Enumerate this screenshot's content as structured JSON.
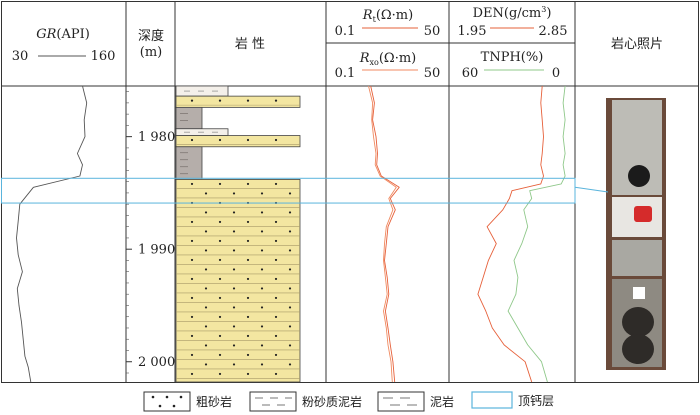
{
  "headers": {
    "gr_title_pre": "GR",
    "gr_title_post": "(API)",
    "gr_min": "30",
    "gr_max": "160",
    "depth_title": "深度",
    "depth_unit": "(m)",
    "litho_title": "岩 性",
    "rt_base": "R",
    "rt_sub": "t",
    "rt_unit": "(Ω·m)",
    "rt_min": "0.1",
    "rt_max": "50",
    "rxo_base": "R",
    "rxo_sub": "xo",
    "rxo_unit": "(Ω·m)",
    "rxo_min": "0.1",
    "rxo_max": "50",
    "den_title": "DEN(g/cm",
    "den_sup": "3",
    "den_close": ")",
    "den_min": "1.95",
    "den_max": "2.85",
    "tnph_title": "TNPH(%)",
    "tnph_min": "60",
    "tnph_max": "0",
    "core_title": "岩心照片"
  },
  "depth_ticks": [
    "1 980",
    "1 990",
    "2 000"
  ],
  "legend": {
    "coarse_sandstone": "粗砂岩",
    "silty_mudstone": "粉砂质泥岩",
    "mudstone": "泥岩",
    "calcareous_top": "顶钙层"
  },
  "colors": {
    "sand": "#f3e6a1",
    "mud": "#b5aeaa",
    "rt_curve": "#e6603a",
    "rxo_curve": "#f08a60",
    "den_curve": "#e6603a",
    "tnph_curve": "#8fc88a",
    "gr_curve": "#555555",
    "calc_layer": "#5ab4dc"
  },
  "chart_data": {
    "type": "well-log",
    "depth_axis": {
      "unit": "m",
      "range": [
        1975.5,
        2001.8
      ],
      "ticks": [
        1980,
        1990,
        2000
      ]
    },
    "calcareous_layer": {
      "top": 1983.7,
      "bottom": 1985.9
    },
    "lithology": [
      {
        "top": 1975.5,
        "bottom": 1976.4,
        "type": "silty_mudstone"
      },
      {
        "top": 1976.4,
        "bottom": 1977.4,
        "type": "sandstone"
      },
      {
        "top": 1977.4,
        "bottom": 1979.3,
        "type": "mudstone"
      },
      {
        "top": 1979.3,
        "bottom": 1979.9,
        "type": "silty_mudstone"
      },
      {
        "top": 1979.9,
        "bottom": 1980.9,
        "type": "sandstone"
      },
      {
        "top": 1980.9,
        "bottom": 1983.8,
        "type": "mudstone"
      },
      {
        "top": 1983.8,
        "bottom": 2001.8,
        "type": "sandstone"
      }
    ],
    "gr": {
      "unit": "API",
      "range": [
        30,
        160
      ],
      "points": [
        [
          1975.5,
          118
        ],
        [
          1977,
          123
        ],
        [
          1978.5,
          120
        ],
        [
          1980,
          121
        ],
        [
          1981.5,
          112
        ],
        [
          1982.5,
          118
        ],
        [
          1983.5,
          115
        ],
        [
          1984.5,
          60
        ],
        [
          1986,
          44
        ],
        [
          1987.5,
          42
        ],
        [
          1989,
          40
        ],
        [
          1990.5,
          42
        ],
        [
          1992,
          47
        ],
        [
          1993.5,
          41
        ],
        [
          1995,
          43
        ],
        [
          1996.5,
          46
        ],
        [
          1998,
          48
        ],
        [
          1999.5,
          50
        ],
        [
          2000.5,
          54
        ],
        [
          2001.8,
          57
        ]
      ]
    },
    "rt": {
      "unit": "Ω·m",
      "range": [
        0.1,
        50
      ],
      "scale": "log",
      "points": [
        [
          1975.5,
          0.9
        ],
        [
          1977,
          1.1
        ],
        [
          1978.5,
          1.0
        ],
        [
          1980,
          1.2
        ],
        [
          1981.5,
          1.3
        ],
        [
          1982.5,
          1.25
        ],
        [
          1983.5,
          1.6
        ],
        [
          1984.5,
          4.2
        ],
        [
          1985.5,
          2.6
        ],
        [
          1986.5,
          3.4
        ],
        [
          1988,
          2.3
        ],
        [
          1989.5,
          2.1
        ],
        [
          1991,
          1.9
        ],
        [
          1992.5,
          2.2
        ],
        [
          1994,
          2.4
        ],
        [
          1995.5,
          2.0
        ],
        [
          1997,
          2.3
        ],
        [
          1998.5,
          2.6
        ],
        [
          2000,
          3.0
        ],
        [
          2001.8,
          3.3
        ]
      ]
    },
    "rxo": {
      "unit": "Ω·m",
      "range": [
        0.1,
        50
      ],
      "scale": "log",
      "points": [
        [
          1975.5,
          0.8
        ],
        [
          1977,
          1.0
        ],
        [
          1978.5,
          0.95
        ],
        [
          1980,
          1.05
        ],
        [
          1981.5,
          1.2
        ],
        [
          1982.5,
          1.15
        ],
        [
          1983.5,
          1.5
        ],
        [
          1984.5,
          3.6
        ],
        [
          1985.5,
          2.4
        ],
        [
          1986.5,
          3.0
        ],
        [
          1988,
          2.1
        ],
        [
          1989.5,
          1.9
        ],
        [
          1991,
          1.8
        ],
        [
          1992.5,
          2.0
        ],
        [
          1994,
          2.2
        ],
        [
          1995.5,
          1.8
        ],
        [
          1997,
          2.1
        ],
        [
          1998.5,
          2.3
        ],
        [
          2000,
          2.7
        ],
        [
          2001.8,
          2.9
        ]
      ]
    },
    "den": {
      "unit": "g/cm3",
      "range": [
        1.95,
        2.85
      ],
      "points": [
        [
          1975.5,
          2.63
        ],
        [
          1977,
          2.62
        ],
        [
          1978.5,
          2.63
        ],
        [
          1980,
          2.64
        ],
        [
          1981.5,
          2.63
        ],
        [
          1982.5,
          2.62
        ],
        [
          1983.5,
          2.64
        ],
        [
          1984.2,
          2.62
        ],
        [
          1984.8,
          2.4
        ],
        [
          1985.5,
          2.38
        ],
        [
          1986.5,
          2.33
        ],
        [
          1988,
          2.21
        ],
        [
          1989.5,
          2.28
        ],
        [
          1991,
          2.22
        ],
        [
          1992.5,
          2.18
        ],
        [
          1994,
          2.14
        ],
        [
          1995.5,
          2.2
        ],
        [
          1997,
          2.25
        ],
        [
          1998.5,
          2.34
        ],
        [
          2000,
          2.5
        ],
        [
          2001.8,
          2.55
        ]
      ]
    },
    "tnph": {
      "unit": "%",
      "range": [
        60,
        0
      ],
      "points": [
        [
          1975.5,
          3
        ],
        [
          1977,
          4
        ],
        [
          1978.5,
          3
        ],
        [
          1980,
          4
        ],
        [
          1981.5,
          3
        ],
        [
          1982.5,
          4
        ],
        [
          1983.5,
          3
        ],
        [
          1984.2,
          5
        ],
        [
          1984.8,
          21
        ],
        [
          1985.5,
          20
        ],
        [
          1986.5,
          24
        ],
        [
          1988,
          22
        ],
        [
          1989.5,
          25
        ],
        [
          1991,
          29
        ],
        [
          1992.5,
          27
        ],
        [
          1994,
          28
        ],
        [
          1995.5,
          32
        ],
        [
          1997,
          27
        ],
        [
          1998.5,
          22
        ],
        [
          2000,
          15
        ],
        [
          2001.8,
          12
        ]
      ]
    }
  }
}
